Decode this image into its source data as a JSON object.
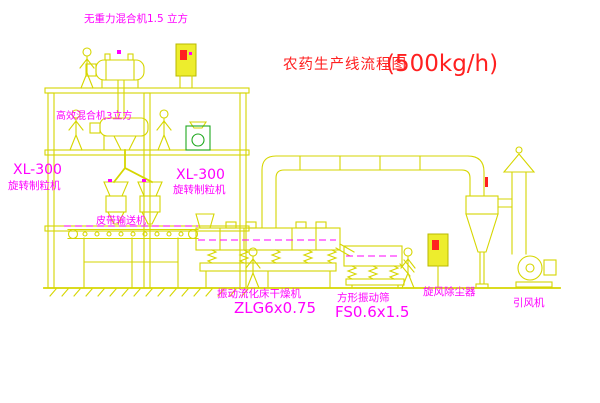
{
  "title": {
    "main": "农药生产线流程图",
    "capacity": "(500kg/h)"
  },
  "labels": {
    "top_mixer": "无重力混合机1.5 立方",
    "high_eff_mixer": "高效混合机3立方",
    "xl300_left": "XL-300",
    "granulator_left": "旋转制粒机",
    "xl300_center": "XL-300",
    "granulator_center": "旋转制粒机",
    "belt_conveyor": "皮带输送机",
    "dryer": "振动流化床干燥机",
    "dryer_model": "ZLG6x0.75",
    "sieve": "方形振动筛",
    "sieve_model": "FS0.6x1.5",
    "cyclone": "旋风除尘器",
    "fan": "引风机"
  },
  "colors": {
    "line_yellow": "#d6d600",
    "label_magenta": "#ff00ff",
    "title_red": "#ff2020",
    "accent_green": "#1fa81f",
    "background": "#ffffff"
  }
}
